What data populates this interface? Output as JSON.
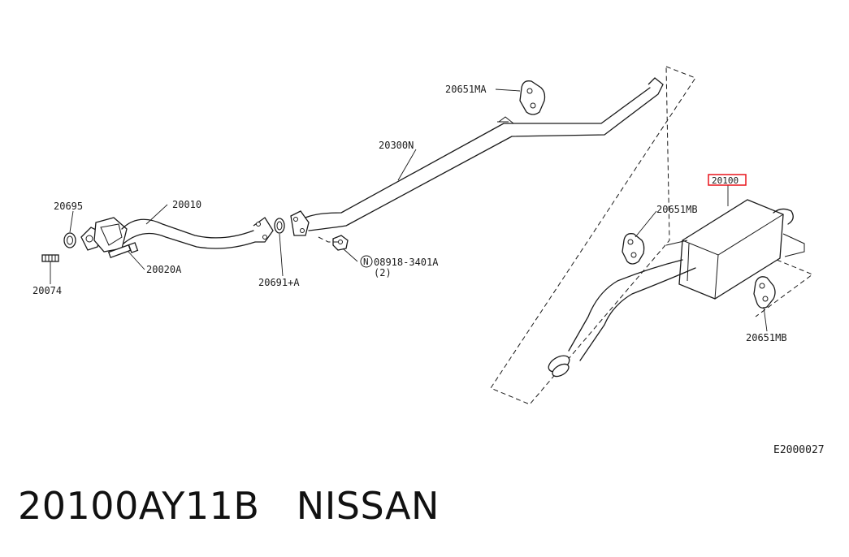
{
  "diagram": {
    "labels": {
      "p20651ma": "20651MA",
      "p20300n": "20300N",
      "p20695": "20695",
      "p20010": "20010",
      "p20020a": "20020A",
      "p20074": "20074",
      "p20691a": "20691+A",
      "p08918_code": "08918-3401A",
      "p08918_qty": "(2)",
      "nut_prefix": "N",
      "p20100": "20100",
      "p20651mb_top": "20651MB",
      "p20651mb_bottom": "20651MB"
    },
    "highlighted_part": "20100",
    "highlight_color": "#e8141b",
    "figure_code": "E2000027"
  },
  "caption": {
    "part_number": "20100AY11B",
    "brand": "NISSAN",
    "text": "20100AY11B   NISSAN"
  }
}
